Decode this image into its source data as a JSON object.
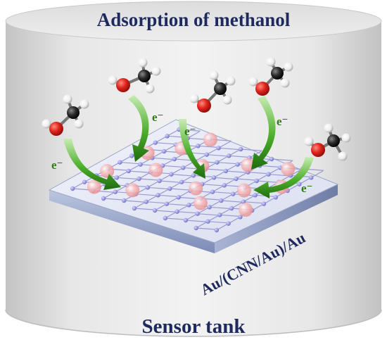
{
  "title": "Adsorption of methanol",
  "subtitle": "Sensor tank",
  "substrate_label": "Au/(CNN/Au)/Au",
  "electron_label": "e⁻",
  "colors": {
    "title": "#1e2a5e",
    "arrow": "#4caf2a",
    "arrow_dark": "#1f6b0e",
    "electron_text": "#2e7d12",
    "oxygen": "#e0241b",
    "carbon": "#2b2b2b",
    "hydrogen": "#f2f2f2",
    "au_particle": "#f6a8a8",
    "cnn_node": "#8f8fd8"
  },
  "icons": {
    "molecule": "methanol-molecule-icon",
    "arrow": "electron-transfer-arrow-icon",
    "particle": "au-nanoparticle-icon"
  }
}
